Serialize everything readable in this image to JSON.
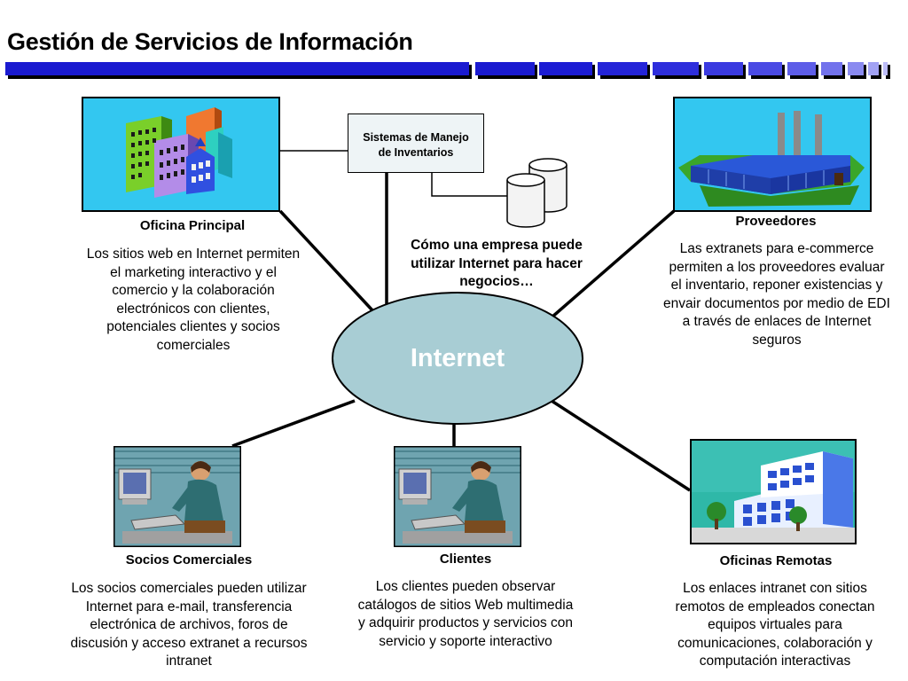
{
  "title": "Gestión de Servicios de Información",
  "inventory_system": {
    "line1": "Sistemas de Manejo",
    "line2": "de Inventarios"
  },
  "center_caption": "Cómo una empresa puede utilizar Internet para hacer negocios…",
  "hub_label": "Internet",
  "nodes": {
    "oficina_principal": {
      "title": "Oficina Principal",
      "description": "Los sitios web en Internet permiten el marketing interactivo y el comercio y la colaboración electrónicos con clientes, potenciales clientes y socios comerciales",
      "icon": "office-buildings-icon"
    },
    "proveedores": {
      "title": "Proveedores",
      "description": "Las extranets para e-commerce permiten a los proveedores evaluar el inventario, reponer existencias y envair documentos por medio de EDI a través de enlaces de Internet seguros",
      "icon": "factory-icon"
    },
    "socios_comerciales": {
      "title": "Socios Comerciales",
      "description": "Los socios comerciales pueden utilizar Internet para e-mail, transferencia electrónica de archivos, foros de discusión y acceso extranet a recursos intranet",
      "icon": "computer-user-icon"
    },
    "clientes": {
      "title": "Clientes",
      "description": "Los clientes pueden observar catálogos de sitios Web multimedia y adquirir productos y servicios con servicio y soporte interactivo",
      "icon": "computer-user-icon"
    },
    "oficinas_remotas": {
      "title": "Oficinas Remotas",
      "description": "Los enlaces intranet con sitios remotos de empleados conectan equipos virtuales para comunicaciones, colaboración y computación interactivas",
      "icon": "modern-building-icon"
    }
  },
  "colors": {
    "accent_blue": "#1a1ad0",
    "hub_fill": "#a8cdd4",
    "sky": "#33c7f0"
  }
}
